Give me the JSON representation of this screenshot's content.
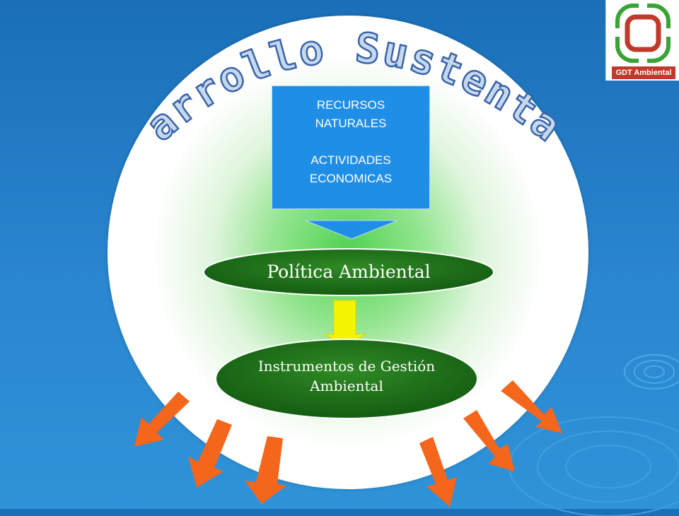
{
  "title": "Desarrollo Sustentable",
  "box": {
    "line1": "RECURSOS",
    "line2": "NATURALES",
    "line3": "ACTIVIDADES",
    "line4": "ECONOMICAS"
  },
  "ellipses": {
    "politica": "Política Ambiental",
    "instrumentos_line1": "Instrumentos de Gestión",
    "instrumentos_line2": "Ambiental"
  },
  "logo": {
    "label": "GDT Ambiental",
    "colors": {
      "red": "#c0392b",
      "green": "#3aa335"
    }
  },
  "colors": {
    "background": "#2a86cf",
    "box": "#1f8ee6",
    "ellipse": "#1f6b1a",
    "yellow_arrow": "#f4f400",
    "orange_arrow": "#f4661c"
  }
}
